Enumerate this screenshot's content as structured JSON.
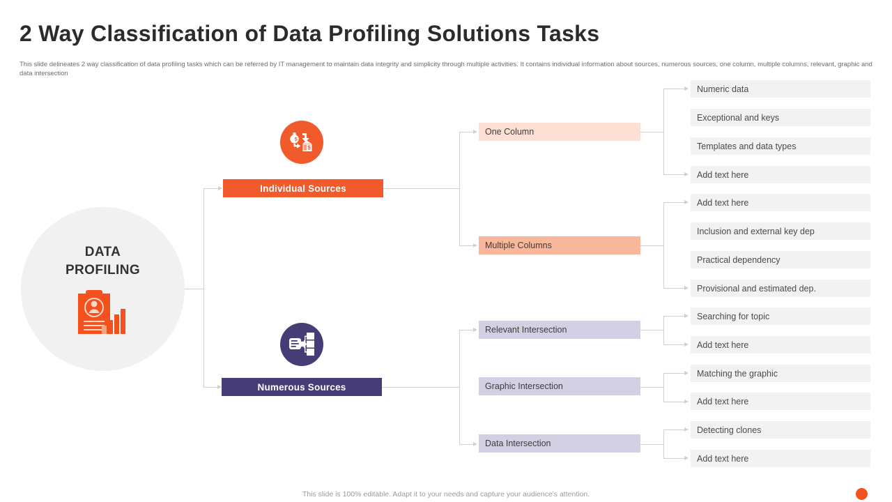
{
  "header": {
    "title": "2 Way Classification of Data Profiling Solutions Tasks",
    "subtitle": "This slide delineates 2 way classification of data profiling tasks which can be referred by IT  management to maintain data integrity and simplicity through multiple activities. It contains individual information about sources, numerous sources, one column, multiple columns, relevant, graphic and data intersection"
  },
  "hub": {
    "line1": "DATA",
    "line2": "PROFILING",
    "icon": "clipboard-chart-icon"
  },
  "branches": [
    {
      "id": "individual-sources",
      "label": "Individual Sources",
      "icon": "money-bank-transfer-icon",
      "color": "#f15a2b",
      "children": [
        {
          "id": "one-column",
          "label": "One Column",
          "color": "#fde0d3",
          "leaves": [
            "Numeric data",
            "Exceptional and keys",
            "Templates and data types",
            "Add text here"
          ]
        },
        {
          "id": "multiple-columns",
          "label": "Multiple Columns",
          "color": "#f9b79c",
          "leaves": [
            "Add text here",
            "Inclusion and external key dep",
            "Practical dependency",
            "Provisional and estimated dep."
          ]
        }
      ]
    },
    {
      "id": "numerous-sources",
      "label": "Numerous Sources",
      "icon": "database-distribution-icon",
      "color": "#463c76",
      "children": [
        {
          "id": "relevant-intersection",
          "label": "Relevant Intersection",
          "color": "#d3d0e4",
          "leaves": [
            "Searching for topic",
            "Add text here"
          ]
        },
        {
          "id": "graphic-intersection",
          "label": "Graphic Intersection",
          "color": "#d3d0e4",
          "leaves": [
            "Matching the graphic",
            "Add text here"
          ]
        },
        {
          "id": "data-intersection",
          "label": "Data Intersection",
          "color": "#d3d0e4",
          "leaves": [
            "Detecting clones",
            "Add text here"
          ]
        }
      ]
    }
  ],
  "footer": {
    "note": "This slide is 100% editable. Adapt it to your needs and capture your audience's attention."
  },
  "colors": {
    "orange": "#f15a2b",
    "purple": "#463c76",
    "peach_light": "#fde0d3",
    "peach": "#f9b79c",
    "lavender": "#d3d0e4",
    "leaf_bg": "#f2f2f2",
    "hub_bg": "#f1f1f1",
    "accent_dot": "#f4511e"
  }
}
